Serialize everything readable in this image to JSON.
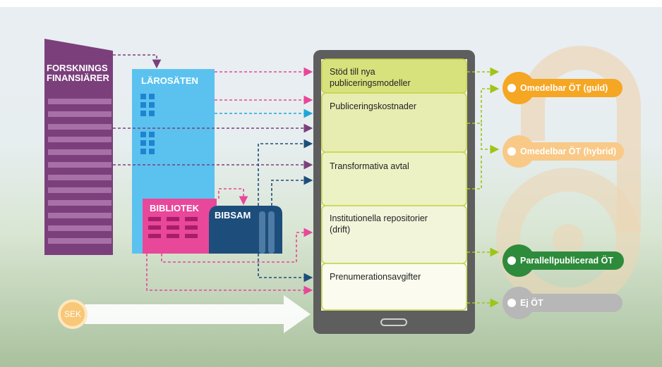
{
  "funders": {
    "label_line1": "FORSKNINGS",
    "label_line2": "FINANSIÄRER"
  },
  "universities": {
    "label": "LÄROSÄTEN"
  },
  "library": {
    "label": "BIBLIOTEK"
  },
  "bibsam": {
    "label": "BIBSAM"
  },
  "currency": {
    "label": "SEK"
  },
  "tablet": {
    "sections": [
      {
        "line1": "Stöd till nya",
        "line2": "publiceringsmodeller"
      },
      {
        "line1": "Publiceringskostnader",
        "line2": ""
      },
      {
        "line1": "Transformativa avtal",
        "line2": ""
      },
      {
        "line1": "Institutionella repositorier",
        "line2": "(drift)"
      },
      {
        "line1": "Prenumerationsavgifter",
        "line2": ""
      }
    ]
  },
  "outcomes": [
    {
      "label": "Omedelbar ÖT (guld)",
      "color": "#f5a623"
    },
    {
      "label": "Omedelbar ÖT (hybrid)",
      "color": "#f9c987"
    },
    {
      "label": "Parallellpublicerad ÖT",
      "color": "#2e8b3c"
    },
    {
      "label": "Ej ÖT",
      "color": "#b7b7b7"
    }
  ],
  "colors": {
    "funders": "#7b3f7c",
    "universities": "#5bc2f0",
    "library": "#e8479a",
    "bibsam": "#1d4d7a",
    "tablet_frame": "#5e5e5e",
    "section_top": "#d8e27d",
    "section_mid": "#e7edb0",
    "section_low": "#f2f5da",
    "section_bottom": "#fbfcef"
  }
}
